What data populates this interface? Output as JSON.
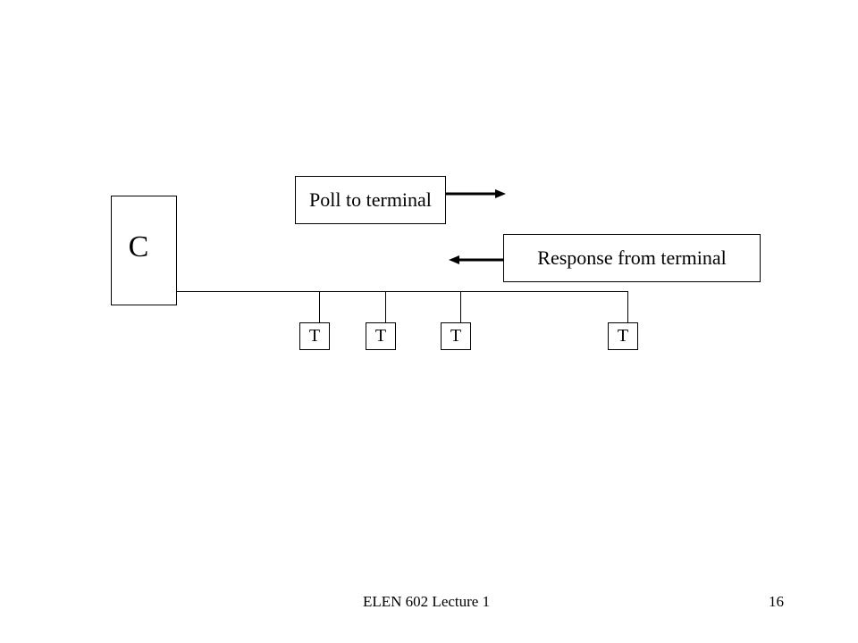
{
  "diagram": {
    "controller": {
      "label": "C"
    },
    "poll_callout": {
      "label": "Poll to terminal"
    },
    "response_callout": {
      "label": "Response from terminal"
    },
    "terminals": [
      {
        "label": "T"
      },
      {
        "label": "T"
      },
      {
        "label": "T"
      },
      {
        "label": "T"
      }
    ]
  },
  "footer": {
    "title": "ELEN 602 Lecture 1",
    "page_number": "16"
  }
}
